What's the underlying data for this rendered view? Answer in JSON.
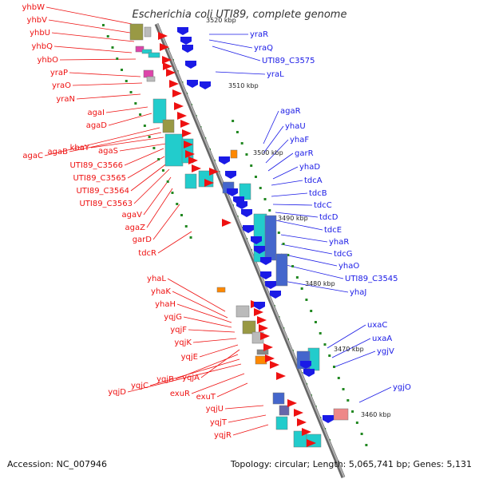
{
  "title": "Escherichia coli UTI89, complete genome",
  "footer": {
    "accession": "Accession: NC_007946",
    "stats": "Topology: circular; Length: 5,065,741 bp; Genes: 5,131"
  },
  "colors": {
    "left_strand": "#ee1111",
    "right_strand": "#1a1ae6",
    "backbone": "#808080",
    "dots": "#228822",
    "cog": [
      "#22cccc",
      "#999944",
      "#dd44aa",
      "#888888",
      "#ff8800",
      "#4466cc",
      "#bbbbbb",
      "#33aaaa",
      "#6666aa",
      "#ee8888"
    ]
  },
  "ticks": [
    "3520 kbp",
    "3510 kbp",
    "3500 kbp",
    "3490 kbp",
    "3480 kbp",
    "3470 kbp",
    "3460 kbp"
  ],
  "left_labels": [
    "yhbW",
    "yhbV",
    "yhbU",
    "yhbQ",
    "yhbO",
    "yraP",
    "yraO",
    "yraN",
    "agaI",
    "agaD",
    "agaC",
    "agaB",
    "kbaY",
    "agaS",
    "UTI89_C3566",
    "UTI89_C3565",
    "UTI89_C3564",
    "UTI89_C3563",
    "agaV",
    "agaZ",
    "garD",
    "tdcR",
    "yhaL",
    "yhaK",
    "yhaH",
    "yqjG",
    "yqjF",
    "yqjK",
    "yqjE",
    "yqjA",
    "yqjB",
    "yqjC",
    "yqjD",
    "exuR",
    "exuT",
    "yqjU",
    "yqjT",
    "yqjR"
  ],
  "right_labels": [
    "yraR",
    "yraQ",
    "UTI89_C3575",
    "yraL",
    "agaR",
    "yhaU",
    "yhaF",
    "garR",
    "yhaD",
    "tdcA",
    "tdcB",
    "tdcC",
    "tdcD",
    "tdcE",
    "yhaR",
    "tdcG",
    "yhaO",
    "UTI89_C3545",
    "yhaJ",
    "uxaC",
    "uxaA",
    "ygjV",
    "ygjO"
  ]
}
